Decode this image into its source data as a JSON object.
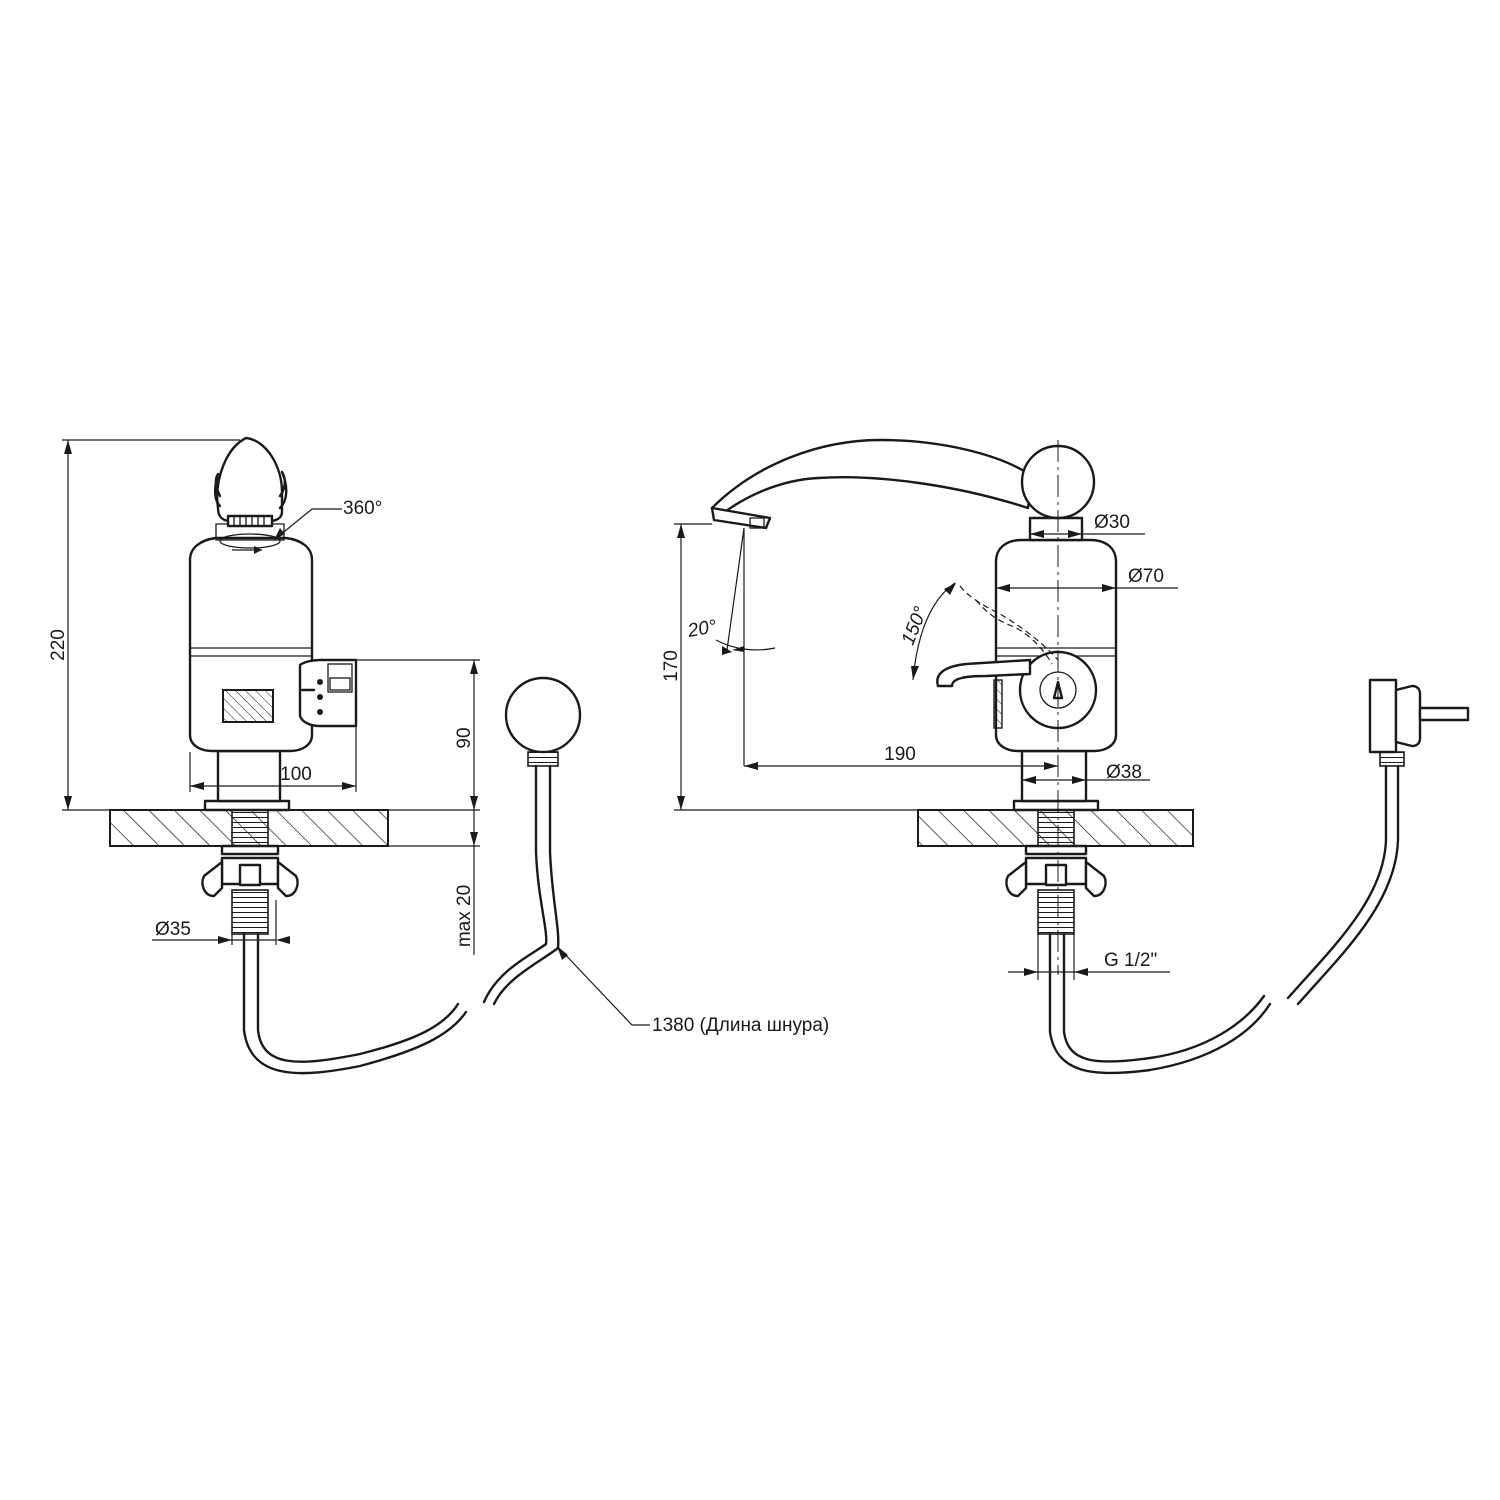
{
  "labels": {
    "rotation": "360°",
    "height_total": "220",
    "depth": "100",
    "height_body": "90",
    "max_thickness": "max 20",
    "base_diameter": "Ø35",
    "cord_length": "1380 (Длина шнура)",
    "cap_diameter": "Ø30",
    "body_diameter": "Ø70",
    "spout_angle": "20°",
    "lever_angle": "150°",
    "spout_height": "170",
    "spout_reach": "190",
    "neck_diameter": "Ø38",
    "thread": "G 1/2\""
  }
}
